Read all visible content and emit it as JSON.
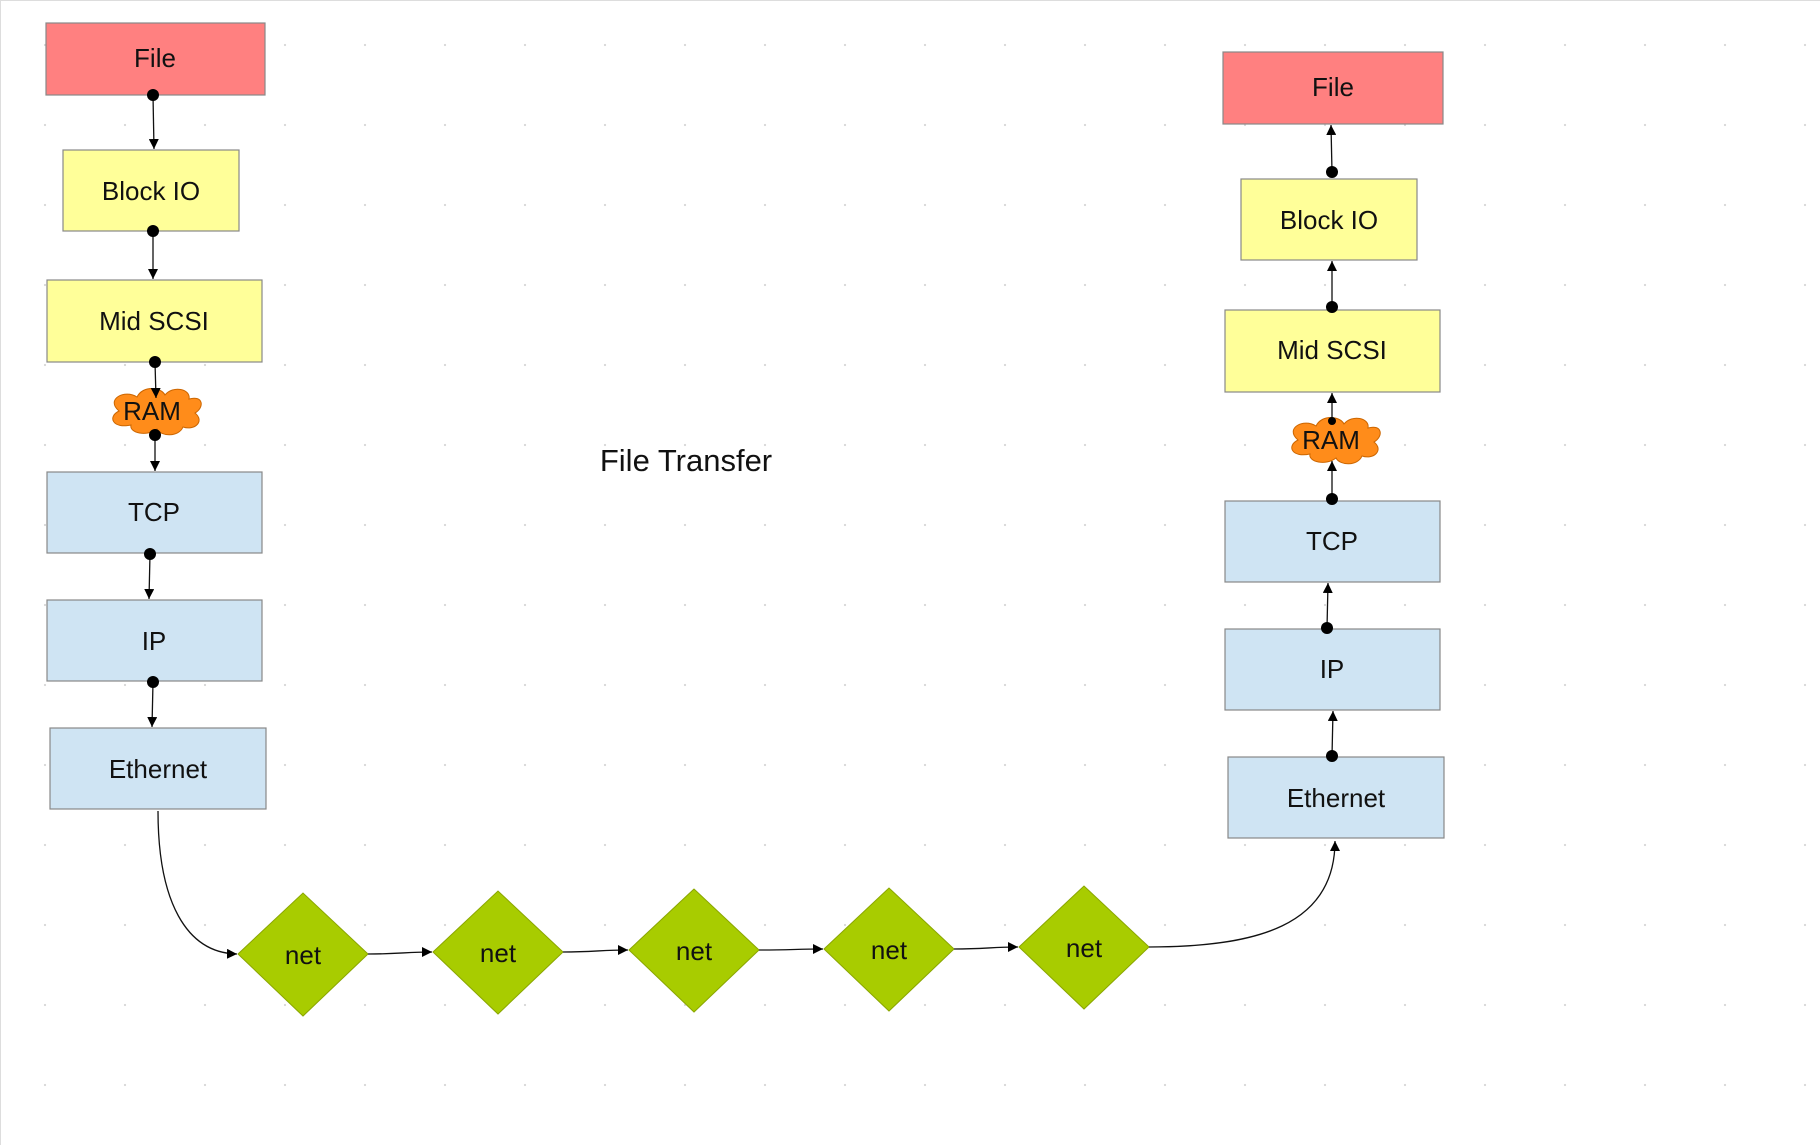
{
  "title": "File Transfer",
  "colors": {
    "file": "#ff8080",
    "storage": "#ffff99",
    "network": "#cfe4f3",
    "ram": "#ff8c1a",
    "net_node": "#a8cc00"
  },
  "sender": {
    "file": "File",
    "block_io": "Block IO",
    "mid_scsi": "Mid SCSI",
    "ram": "RAM",
    "tcp": "TCP",
    "ip": "IP",
    "ethernet": "Ethernet"
  },
  "receiver": {
    "file": "File",
    "block_io": "Block IO",
    "mid_scsi": "Mid SCSI",
    "ram": "RAM",
    "tcp": "TCP",
    "ip": "IP",
    "ethernet": "Ethernet"
  },
  "net_nodes": [
    "net",
    "net",
    "net",
    "net",
    "net"
  ]
}
